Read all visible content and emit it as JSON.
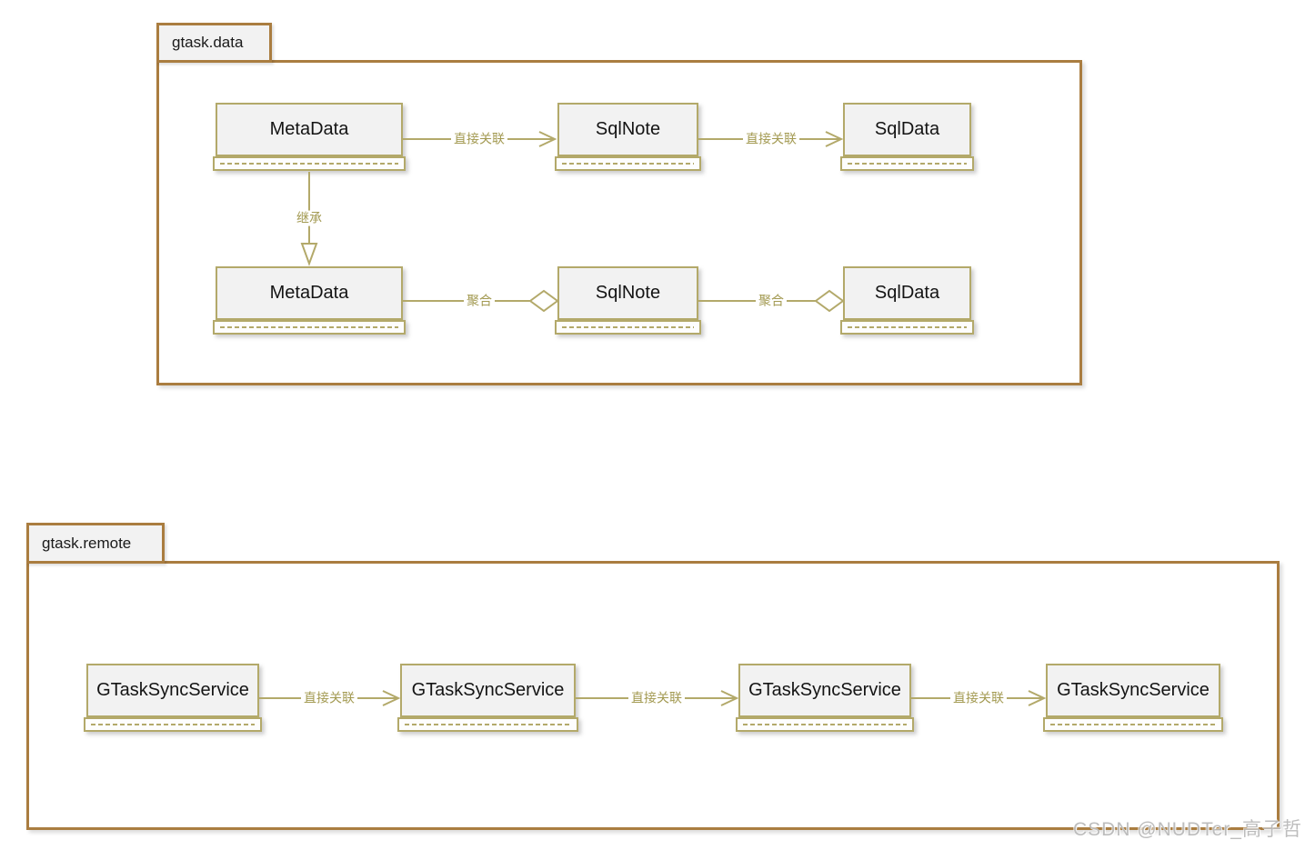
{
  "packages": [
    {
      "name": "gtask.data",
      "classes": [
        {
          "label": "MetaData"
        },
        {
          "label": "SqlNote"
        },
        {
          "label": "SqlData"
        },
        {
          "label": "MetaData"
        },
        {
          "label": "SqlNote"
        },
        {
          "label": "SqlData"
        }
      ],
      "connectors": [
        {
          "type": "association",
          "label": "直接关联"
        },
        {
          "type": "association",
          "label": "直接关联"
        },
        {
          "type": "inheritance",
          "label": "继承"
        },
        {
          "type": "aggregation",
          "label": "聚合"
        },
        {
          "type": "aggregation",
          "label": "聚合"
        }
      ]
    },
    {
      "name": "gtask.remote",
      "classes": [
        {
          "label": "GTaskSyncService"
        },
        {
          "label": "GTaskSyncService"
        },
        {
          "label": "GTaskSyncService"
        },
        {
          "label": "GTaskSyncService"
        }
      ],
      "connectors": [
        {
          "type": "association",
          "label": "直接关联"
        },
        {
          "type": "association",
          "label": "直接关联"
        },
        {
          "type": "association",
          "label": "直接关联"
        }
      ]
    }
  ],
  "watermark": "CSDN @NUDTer_高子哲",
  "colors": {
    "package_border": "#aa7d40",
    "class_border": "#b3a96a",
    "class_fill": "#f2f2f2",
    "connector": "#b3a96a",
    "connector_label": "#a39a52",
    "watermark": "#b2b2b2"
  }
}
